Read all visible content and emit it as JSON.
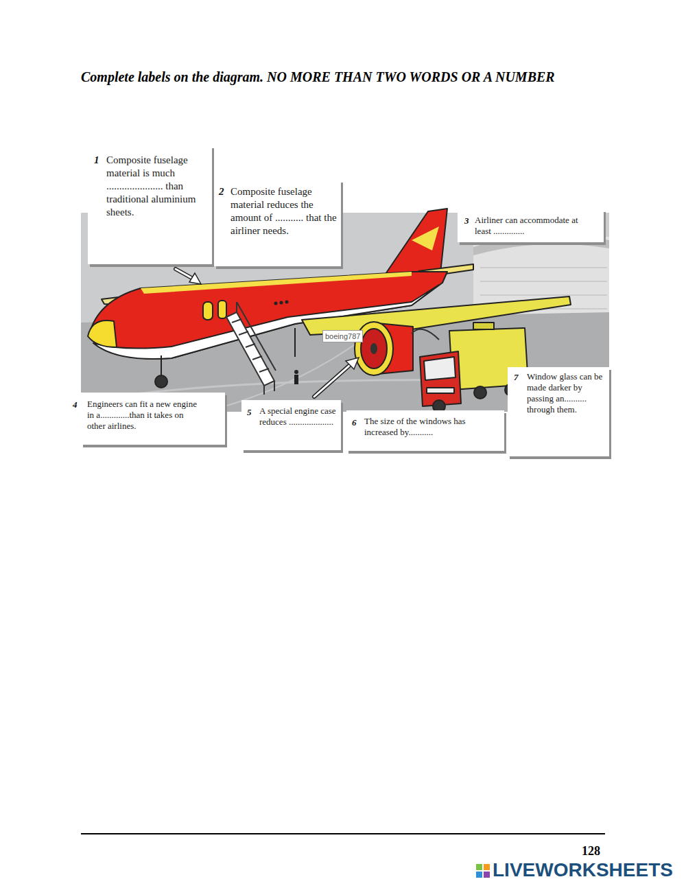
{
  "diagram": {
    "title": "Complete labels on the diagram. NO MORE THAN TWO WORDS OR A NUMBER",
    "nodes": [
      {
        "text": [
          "1",
          "Composite fuselage material is much ...................... than traditional aluminium sheets."
        ]
      },
      {
        "text": [
          "2",
          "Composite fuselage material reduces the amount of ........... that the airliner needs."
        ]
      },
      {
        "text": [
          "3",
          "Airliner can accommodate at least .............."
        ]
      },
      {
        "text": [
          "4",
          "Engineers can fit a new engine in a.............than it takes on other airlines."
        ]
      },
      {
        "text": [
          "5",
          "A special engine case reduces ...................."
        ]
      },
      {
        "text": [
          "6",
          "The size of the windows has increased by..........."
        ]
      },
      {
        "text": [
          "7",
          "Window glass can be made darker by passing an.......... through them."
        ]
      },
      {
        "text": [
          "boeing787"
        ]
      }
    ],
    "labels": [
      "128",
      "LIVEWORKSHEETS"
    ]
  }
}
